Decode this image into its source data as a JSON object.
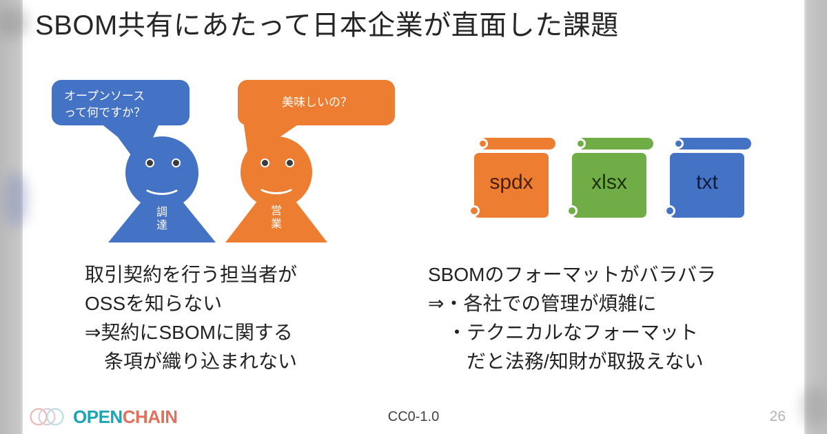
{
  "slide": {
    "title": "SBOM共有にあたって日本企業が直面した課題",
    "page_number": "26",
    "license": "CC0-1.0",
    "background_color": "#ffffff",
    "title_color": "#262626"
  },
  "colors": {
    "blue": "#4472c4",
    "orange": "#ed7d31",
    "green": "#70ad47",
    "letterbox_gray": "#bfbfbf",
    "logo_teal": "#1aa6b7",
    "logo_coral": "#e2705b",
    "page_number_gray": "#b3b3b3"
  },
  "people": [
    {
      "id": "procurement",
      "role_label": "調\n達",
      "color": "#4472c4",
      "bubble": {
        "line1": "オープンソース",
        "line2": "って何ですか？",
        "color": "#4472c4",
        "tail_direction": "down-right"
      }
    },
    {
      "id": "sales",
      "role_label": "営\n業",
      "color": "#ed7d31",
      "bubble": {
        "line1": "美味しいの？",
        "line2": "",
        "color": "#ed7d31",
        "tail_direction": "down-left"
      }
    }
  ],
  "formats": [
    {
      "label": "spdx",
      "color": "#ed7d31",
      "text_color": "#4a1f05"
    },
    {
      "label": "xlsx",
      "color": "#70ad47",
      "text_color": "#1d3008"
    },
    {
      "label": "txt",
      "color": "#4472c4",
      "text_color": "#0d1c3d"
    }
  ],
  "issues": {
    "left": {
      "line1": "取引契約を行う担当者が",
      "line2": "OSSを知らない",
      "line3": "⇒契約にSBOMに関する",
      "line4": "　条項が織り込まれない",
      "full": "取引契約を行う担当者が\nOSSを知らない\n⇒契約にSBOMに関する\n　条項が織り込まれない"
    },
    "right": {
      "line1": "SBOMのフォーマットがバラバラ",
      "line2": "⇒・各社での管理が煩雑に",
      "line3": "　・テクニカルなフォーマット",
      "line4": "　　だと法務/知財が取扱えない",
      "full": "SBOMのフォーマットがバラバラ\n⇒・各社での管理が煩雑に\n　・テクニカルなフォーマット\n　　だと法務/知財が取扱えない"
    }
  },
  "footer": {
    "logo": {
      "word_open": "OPEN",
      "word_chain": "CHAIN"
    },
    "license": "CC0-1.0",
    "page_number": "26"
  }
}
